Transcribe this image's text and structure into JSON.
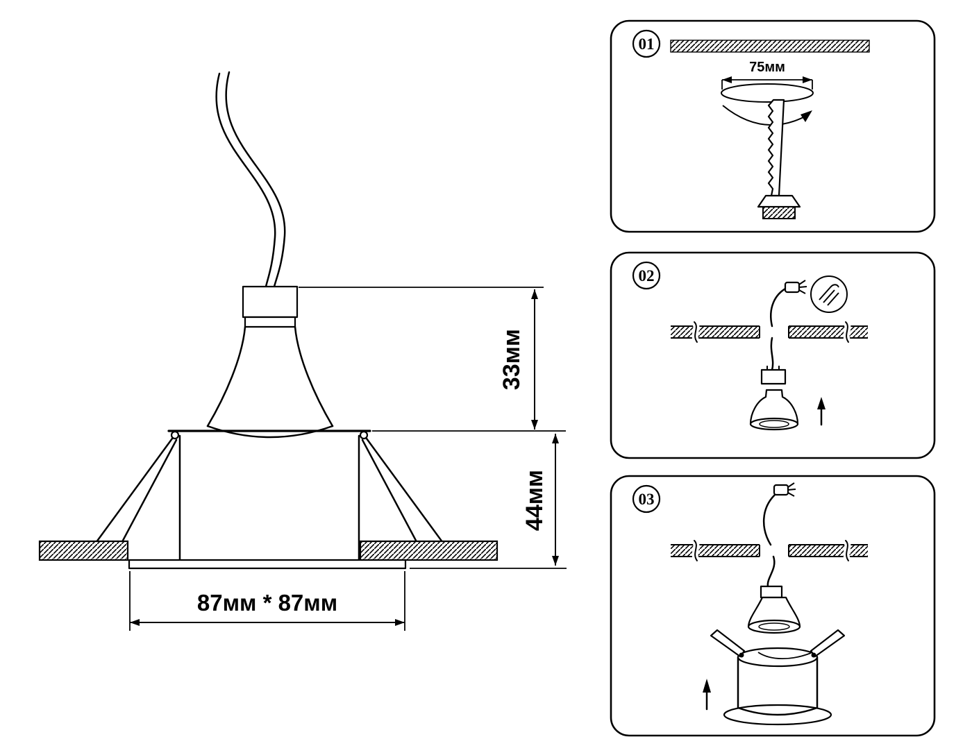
{
  "palette": {
    "ink": "#000000",
    "background": "#ffffff"
  },
  "main_drawing": {
    "dim_recess_height": "33мм",
    "dim_body_height": "44мм",
    "dim_cutout": "87мм * 87мм"
  },
  "steps": [
    {
      "number": "01",
      "hole_diameter": "75мм"
    },
    {
      "number": "02"
    },
    {
      "number": "03"
    }
  ]
}
